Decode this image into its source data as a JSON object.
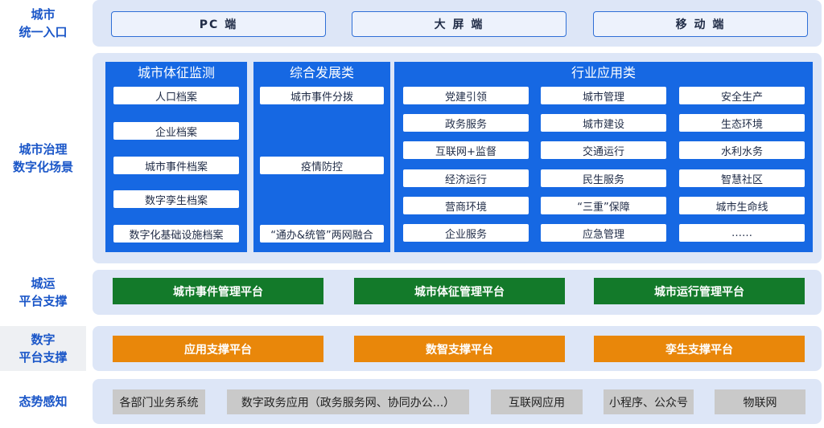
{
  "lanes": {
    "entry": [
      "城市",
      "统一入口"
    ],
    "scene": [
      "城市治理",
      "数字化场景"
    ],
    "ops": [
      "城运",
      "平台支撑"
    ],
    "digital": [
      "数字",
      "平台支撑"
    ],
    "sense": [
      "态势感知"
    ]
  },
  "entries": [
    "PC 端",
    "大 屏 端",
    "移 动 端"
  ],
  "vitals": {
    "title": "城市体征监测",
    "items": [
      "人口档案",
      "企业档案",
      "城市事件档案",
      "数字孪生档案",
      "数字化基础设施档案"
    ]
  },
  "dev": {
    "title": "综合发展类",
    "items": [
      "城市事件分拨",
      "疫情防控",
      "“通办&统管”两网融合"
    ]
  },
  "industry": {
    "title": "行业应用类",
    "items": [
      "党建引领",
      "城市管理",
      "安全生产",
      "政务服务",
      "城市建设",
      "生态环境",
      "互联网+监督",
      "交通运行",
      "水利水务",
      "经济运行",
      "民生服务",
      "智慧社区",
      "营商环境",
      "“三重”保障",
      "城市生命线",
      "企业服务",
      "应急管理",
      "……"
    ]
  },
  "ops_platforms": [
    "城市事件管理平台",
    "城市体征管理平台",
    "城市运行管理平台"
  ],
  "digital_platforms": [
    "应用支撑平台",
    "数智支撑平台",
    "孪生支撑平台"
  ],
  "sources": [
    "各部门业务系统",
    "数字政务应用（政务服务网、协同办公...）",
    "互联网应用",
    "小程序、公众号",
    "物联网"
  ],
  "colors": {
    "accent": "#1668e3",
    "label": "#1a56c8",
    "ops_green": "#137a2a",
    "digital_orange": "#e9870a",
    "lane_bg": "#dde6f7"
  }
}
